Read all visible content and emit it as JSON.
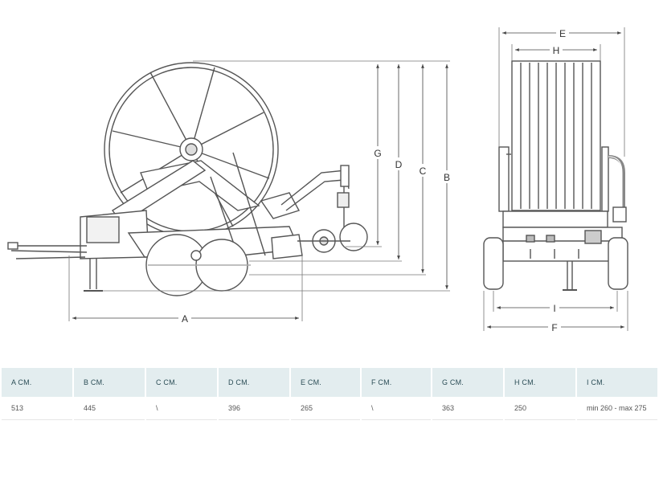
{
  "dimension_letters": {
    "A": "A",
    "B": "B",
    "C": "C",
    "D": "D",
    "E": "E",
    "F": "F",
    "G": "G",
    "H": "H",
    "I": "I"
  },
  "table": {
    "headers": [
      "A CM.",
      "B CM.",
      "C CM.",
      "D CM.",
      "E CM.",
      "F CM.",
      "G CM.",
      "H CM.",
      "I CM."
    ],
    "values": [
      "513",
      "445",
      "\\",
      "396",
      "265",
      "\\",
      "363",
      "250",
      "min 260 - max 275"
    ]
  },
  "colors": {
    "line": "#555555",
    "header_bg": "#e3edef",
    "header_text": "#2b4d56"
  }
}
